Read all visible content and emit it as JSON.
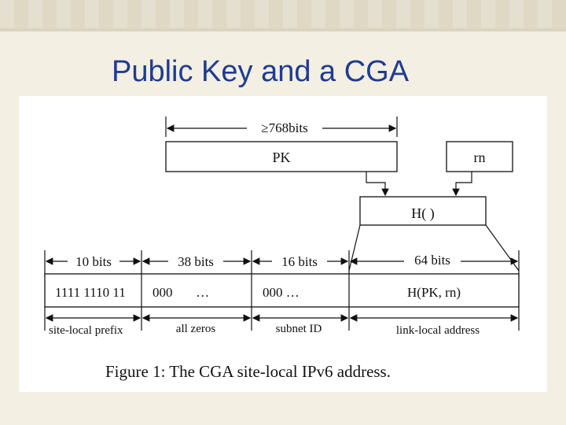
{
  "slide": {
    "title": "Public Key and a CGA"
  },
  "diagram": {
    "pk_size_label": "≥768bits",
    "pk_box_label": "PK",
    "rn_box_label": "rn",
    "hash_box_label": "H( )",
    "segments": [
      {
        "size_label": "10 bits",
        "content": "1111 1110 11",
        "caption": "site-local prefix"
      },
      {
        "size_label": "38 bits",
        "content": "000       …",
        "caption": "all zeros"
      },
      {
        "size_label": "16 bits",
        "content": "000 …",
        "caption": "subnet ID"
      },
      {
        "size_label": "64 bits",
        "content": "H(PK, rn)",
        "caption": "link-local address"
      }
    ],
    "figure_caption": "Figure 1:  The CGA site-local IPv6 address."
  }
}
